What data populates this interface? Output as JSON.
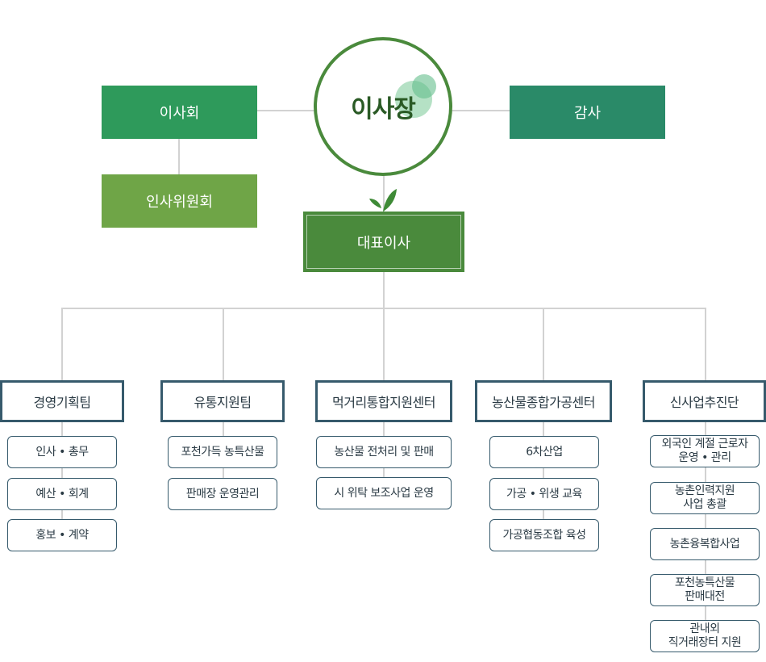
{
  "chairman": {
    "label": "이사장"
  },
  "board": {
    "label": "이사회",
    "color": "#2e9a5b"
  },
  "hr_committee": {
    "label": "인사위원회",
    "color": "#6fa547"
  },
  "audit": {
    "label": "감사",
    "color": "#2a8a68"
  },
  "ceo": {
    "label": "대표이사",
    "color": "#4a8a3c"
  },
  "teams": [
    {
      "label": "경영기획팀",
      "subs": [
        "인사 • 총무",
        "예산 • 회계",
        "홍보 • 계약"
      ]
    },
    {
      "label": "유통지원팀",
      "subs": [
        "포천가득 농특산물",
        "판매장 운영관리"
      ]
    },
    {
      "label": "먹거리통합지원센터",
      "subs": [
        "농산물 전처리 및 판매",
        "시 위탁 보조사업 운영"
      ]
    },
    {
      "label": "농산물종합가공센터",
      "subs": [
        "6차산업",
        "가공 • 위생 교육",
        "가공협동조합 육성"
      ]
    },
    {
      "label": "신사업추진단",
      "subs": [
        "외국인 계절 근로자\n운영 • 관리",
        "농촌인력지원\n사업 총괄",
        "농촌융복합사업",
        "포천농특산물\n판매대전",
        "관내외\n직거래장터 지원"
      ]
    }
  ]
}
